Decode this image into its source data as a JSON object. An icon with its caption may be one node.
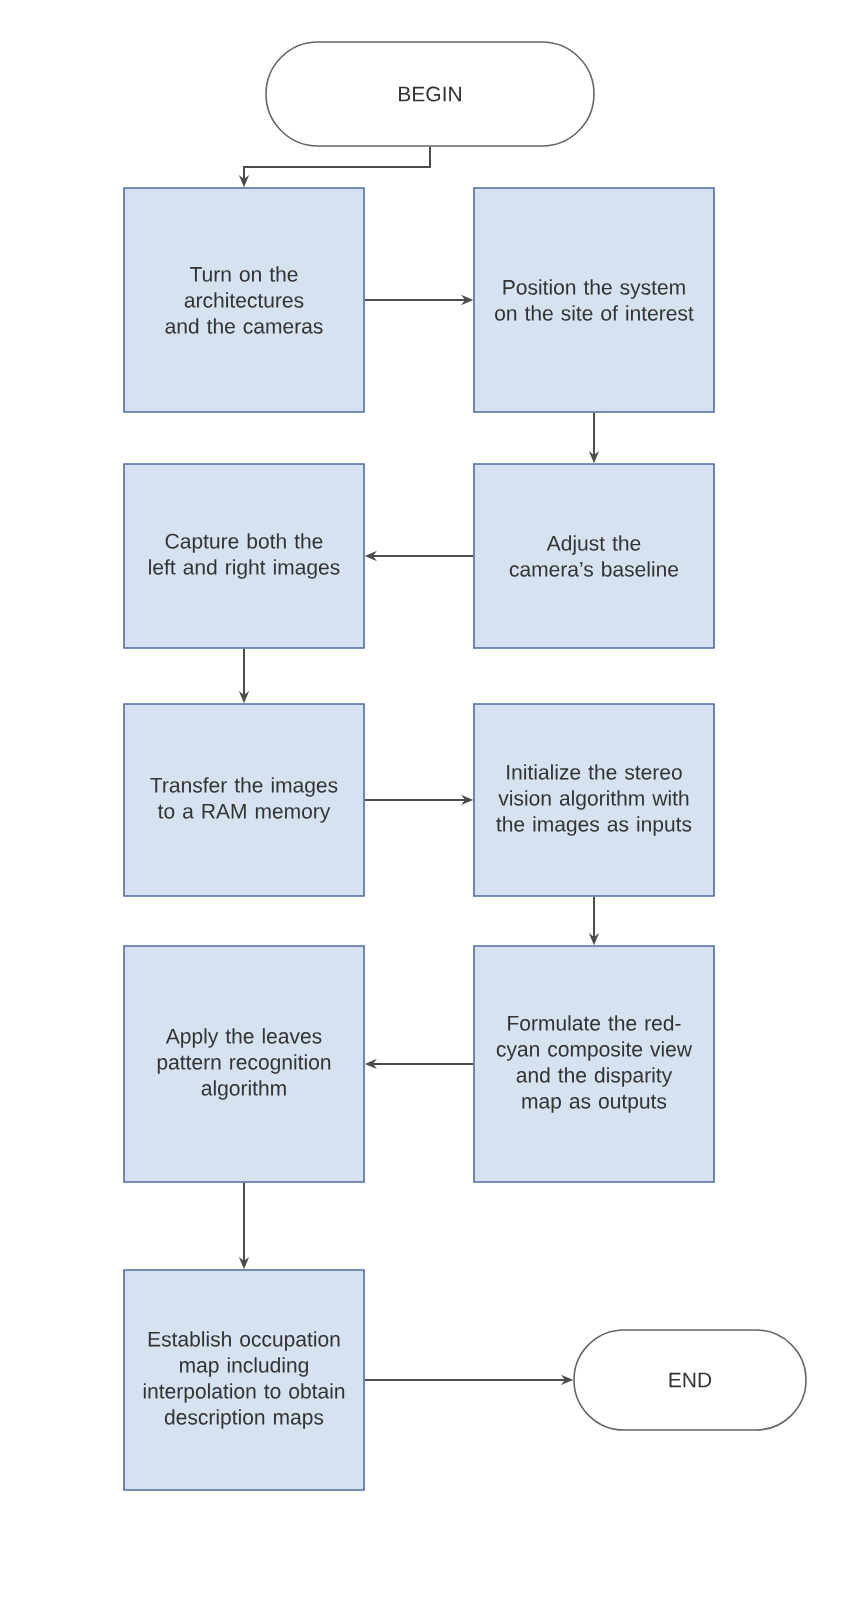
{
  "diagram": {
    "nodes": [
      {
        "text": [
          "BEGIN"
        ]
      },
      {
        "text": [
          "Turn on the architectures and the cameras"
        ]
      },
      {
        "text": [
          "Position the system on the site of interest"
        ]
      },
      {
        "text": [
          "Adjust the camera’s baseline"
        ]
      },
      {
        "text": [
          "Capture both the left and right images"
        ]
      },
      {
        "text": [
          "Transfer the images to a RAM memory"
        ]
      },
      {
        "text": [
          "Initialize the stereo vision algorithm with the images as inputs"
        ]
      },
      {
        "text": [
          "Formulate the red-cyan composite view and the disparity map as outputs"
        ]
      },
      {
        "text": [
          "Apply the leaves pattern recognition algorithm"
        ]
      },
      {
        "text": [
          "Establish occupation map including interpolation to obtain description maps"
        ]
      },
      {
        "text": [
          "END"
        ]
      }
    ],
    "edges": [
      {
        "from": 0,
        "to": 1,
        "arrow": "to"
      },
      {
        "from": 1,
        "to": 2,
        "arrow": "to"
      },
      {
        "from": 2,
        "to": 3,
        "arrow": "to"
      },
      {
        "from": 3,
        "to": 4,
        "arrow": "to"
      },
      {
        "from": 4,
        "to": 5,
        "arrow": "to"
      },
      {
        "from": 5,
        "to": 6,
        "arrow": "to"
      },
      {
        "from": 6,
        "to": 7,
        "arrow": "to"
      },
      {
        "from": 7,
        "to": 8,
        "arrow": "to"
      },
      {
        "from": 8,
        "to": 9,
        "arrow": "to"
      },
      {
        "from": 9,
        "to": 10,
        "arrow": "to"
      }
    ]
  }
}
